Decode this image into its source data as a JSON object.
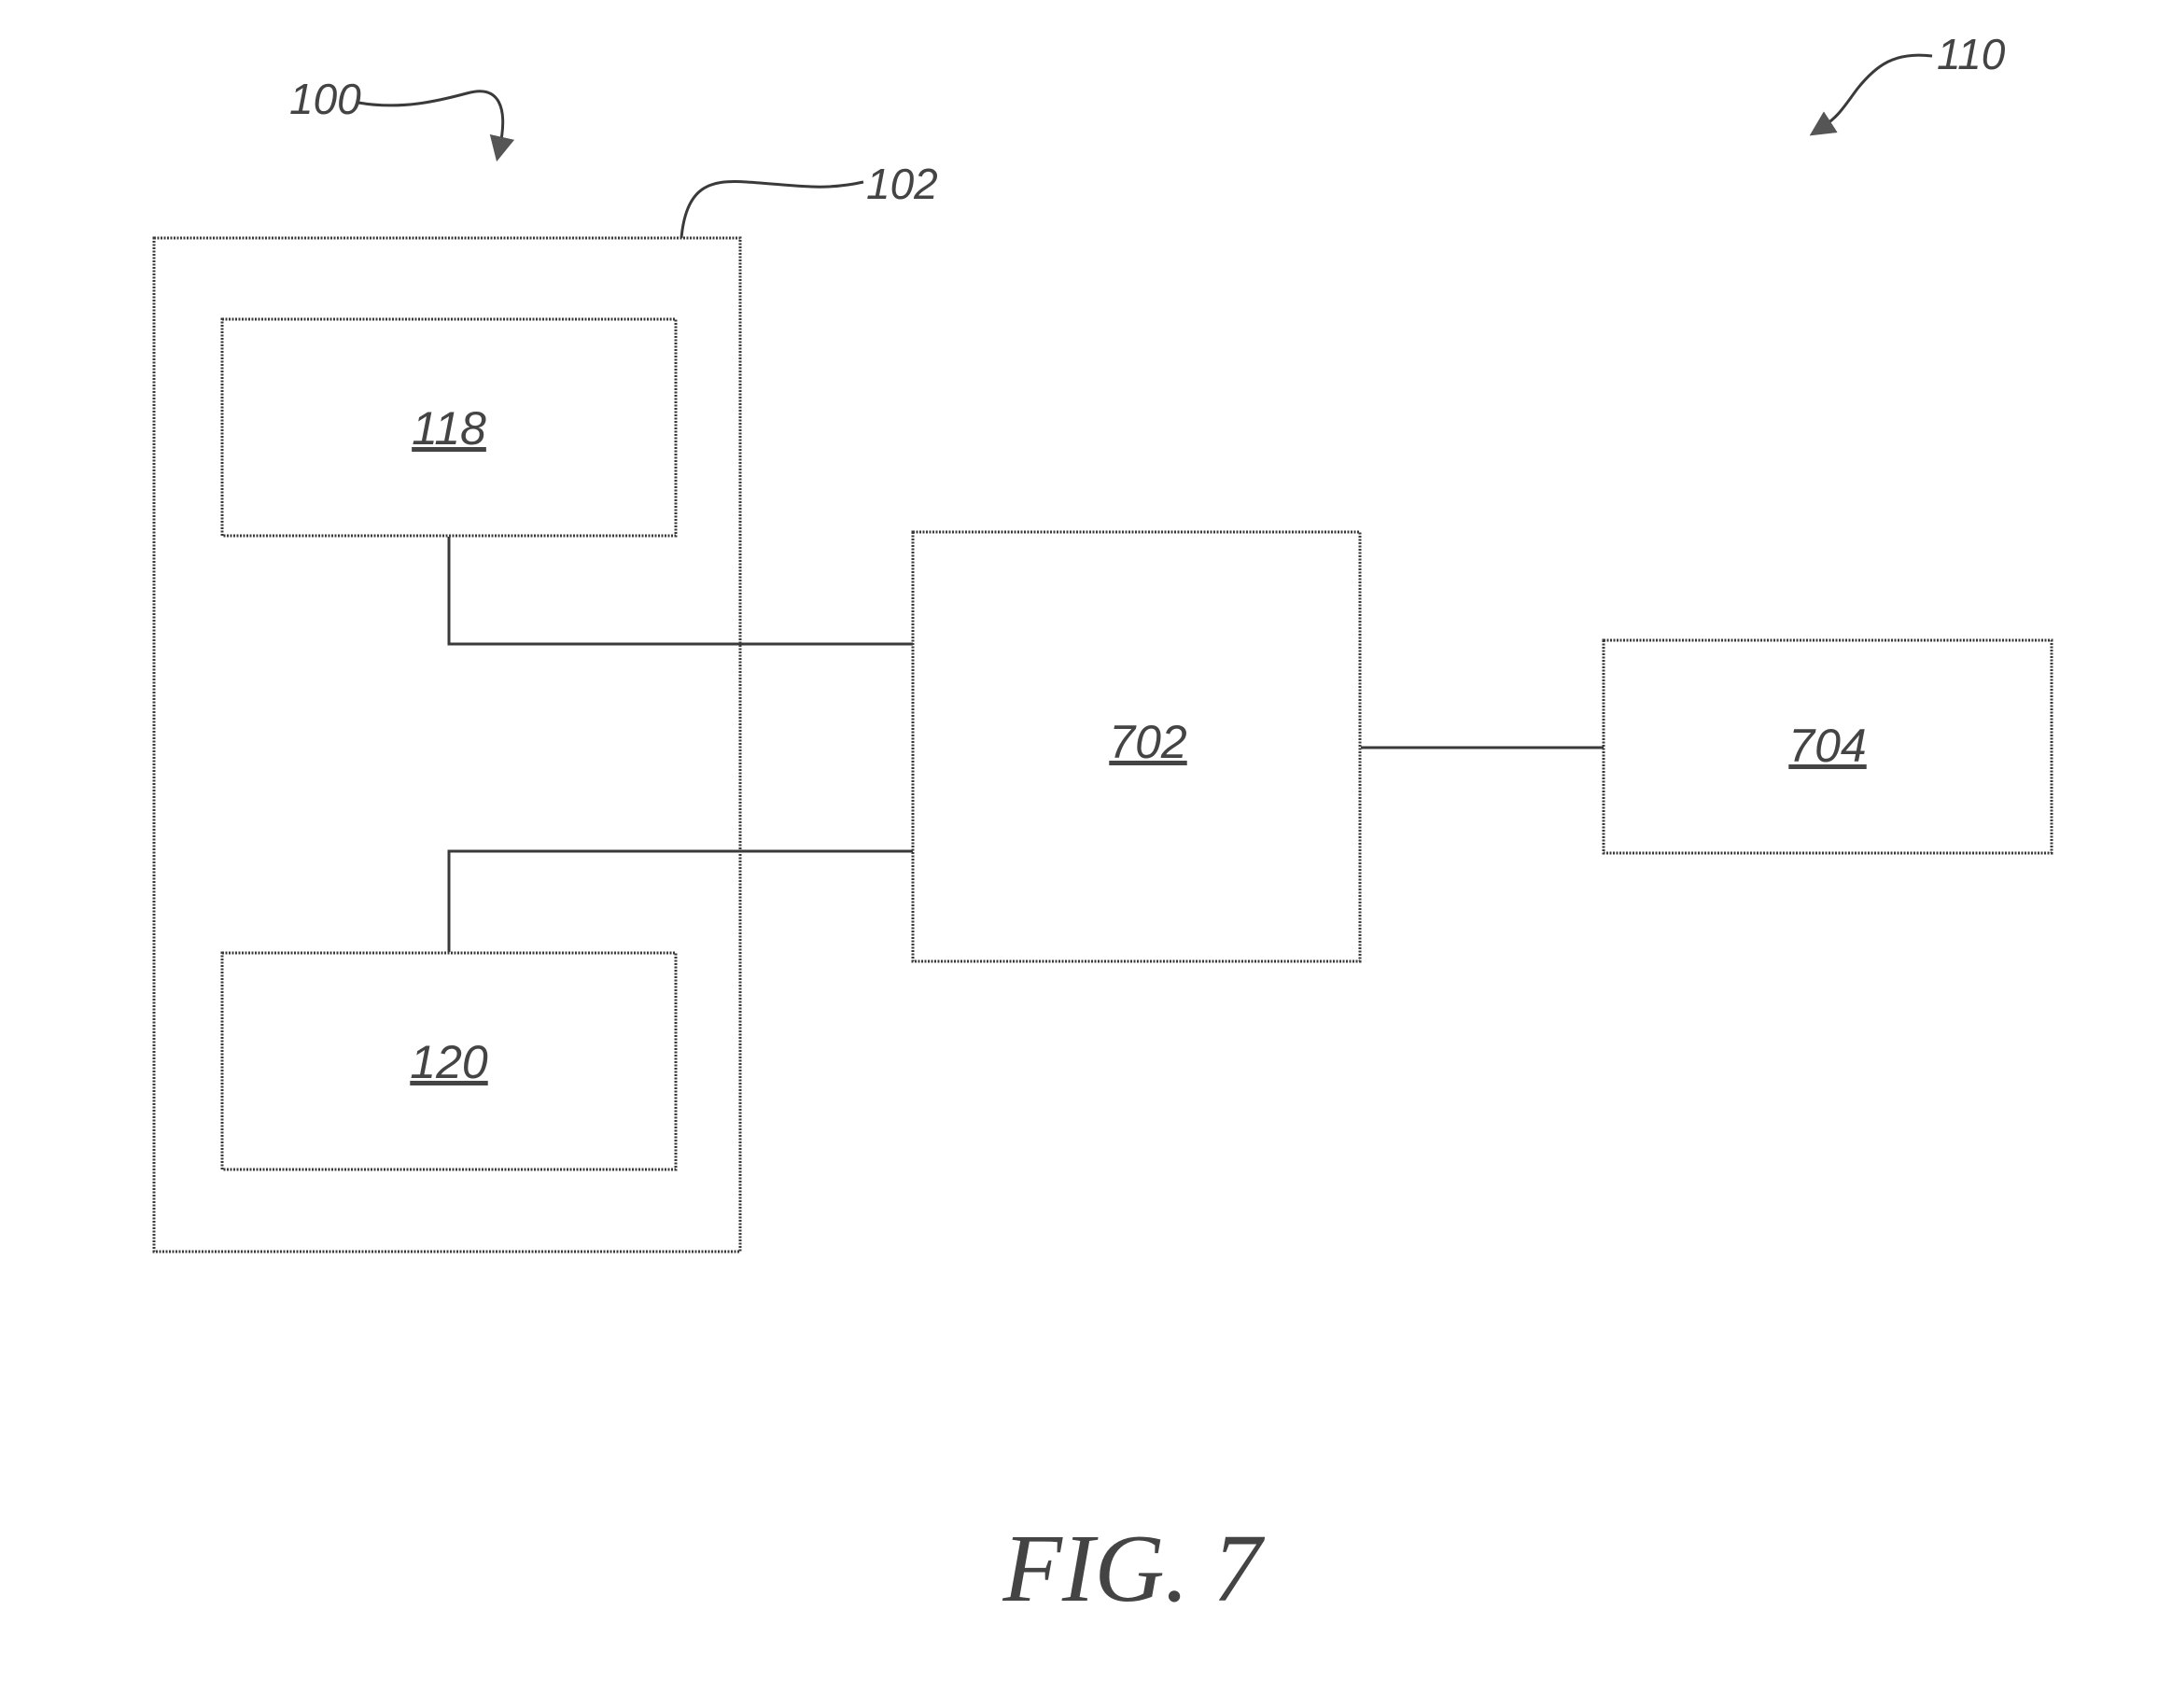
{
  "reference_numerals": {
    "system": "100",
    "housing": "102",
    "assembly": "110"
  },
  "blocks": {
    "upper_inner": "118",
    "lower_inner": "120",
    "center": "702",
    "right": "704"
  },
  "caption": "FIG. 7"
}
